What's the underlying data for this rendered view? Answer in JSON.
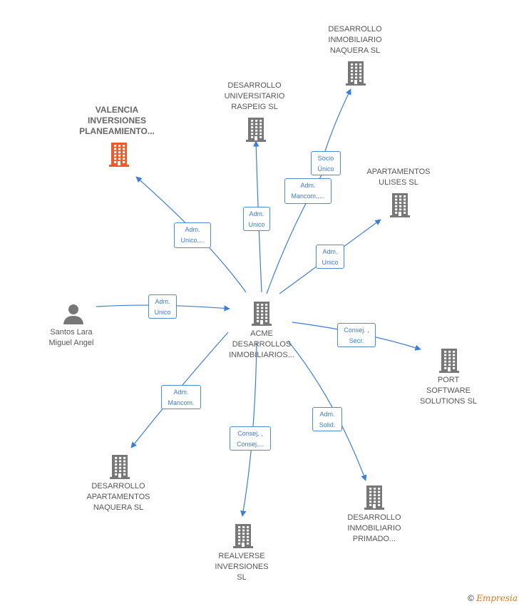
{
  "colors": {
    "edge": "#3b7dd8",
    "icon_gray": "#777777",
    "icon_highlight": "#f05a28"
  },
  "nodes": [
    {
      "id": "acme",
      "label": "ACME\nDESARROLLOS\nINMOBILIARIOS...",
      "icon": "building-icon",
      "kind": "company"
    },
    {
      "id": "valencia",
      "label": "VALENCIA\nINVERSIONES\nPLANEAMIENTO...",
      "icon": "building-icon",
      "kind": "company-highlight"
    },
    {
      "id": "naquera_top",
      "label": "DESARROLLO\nINMOBILIARIO\nNAQUERA  SL",
      "icon": "building-icon",
      "kind": "company"
    },
    {
      "id": "raspeig",
      "label": "DESARROLLO\nUNIVERSITARIO\nRASPEIG  SL",
      "icon": "building-icon",
      "kind": "company"
    },
    {
      "id": "ulises",
      "label": "APARTAMENTOS\nULISES  SL",
      "icon": "building-icon",
      "kind": "company"
    },
    {
      "id": "santos",
      "label": "Santos Lara\nMiguel Angel",
      "icon": "person-icon",
      "kind": "person"
    },
    {
      "id": "port",
      "label": "PORT\nSOFTWARE\nSOLUTIONS  SL",
      "icon": "building-icon",
      "kind": "company"
    },
    {
      "id": "apt_naquera",
      "label": "DESARROLLO\nAPARTAMENTOS\nNAQUERA  SL",
      "icon": "building-icon",
      "kind": "company"
    },
    {
      "id": "realverse",
      "label": "REALVERSE\nINVERSIONES\nSL",
      "icon": "building-icon",
      "kind": "company"
    },
    {
      "id": "primado",
      "label": "DESARROLLO\nINMOBILIARIO\nPRIMADO...",
      "icon": "building-icon",
      "kind": "company"
    }
  ],
  "edges": [
    {
      "from": "acme",
      "to": "valencia",
      "label": "Adm.\nUnico,..."
    },
    {
      "from": "acme",
      "to": "raspeig",
      "label": "Adm.\nUnico"
    },
    {
      "from": "acme",
      "to": "ulises",
      "label": "Adm.\nMancom.,..."
    },
    {
      "from": "raspeig",
      "to": "naquera_top",
      "label": "Socio\nÚnico"
    },
    {
      "from": "acme",
      "to": "ulises",
      "label": "Adm.\nUnico"
    },
    {
      "from": "santos",
      "to": "acme",
      "label": "Adm.\nUnico"
    },
    {
      "from": "acme",
      "to": "port",
      "label": "Consej. ,\nSecr."
    },
    {
      "from": "acme",
      "to": "apt_naquera",
      "label": "Adm.\nMancom."
    },
    {
      "from": "acme",
      "to": "realverse",
      "label": "Consej. ,\nConsej...."
    },
    {
      "from": "acme",
      "to": "primado",
      "label": "Adm.\nSolid."
    }
  ],
  "footer": {
    "copyright": "©",
    "brand": "Empresia"
  }
}
